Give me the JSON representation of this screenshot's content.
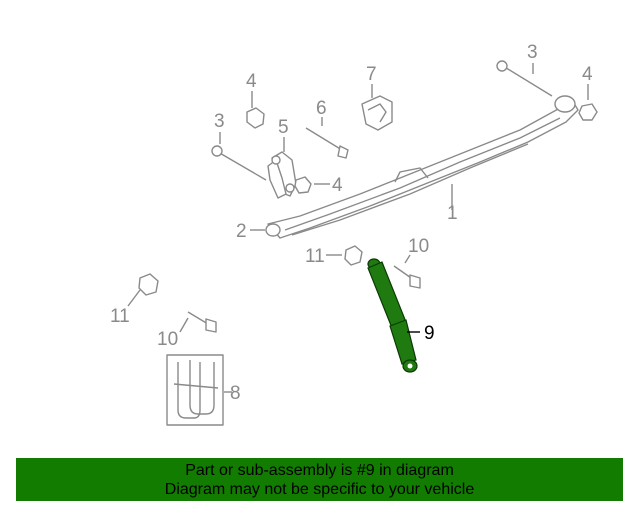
{
  "banner": {
    "line1": "Part or sub-assembly is #9 in diagram",
    "line2": "Diagram may not be specific to your vehicle",
    "background": "#127c00"
  },
  "highlight_color": "#1f7a10",
  "callouts": {
    "c1": "1",
    "c2": "2",
    "c3a": "3",
    "c3b": "3",
    "c4a": "4",
    "c4b": "4",
    "c4c": "4",
    "c5": "5",
    "c6": "6",
    "c7": "7",
    "c8": "8",
    "c9": "9",
    "c10a": "10",
    "c10b": "10",
    "c11a": "11",
    "c11b": "11"
  }
}
